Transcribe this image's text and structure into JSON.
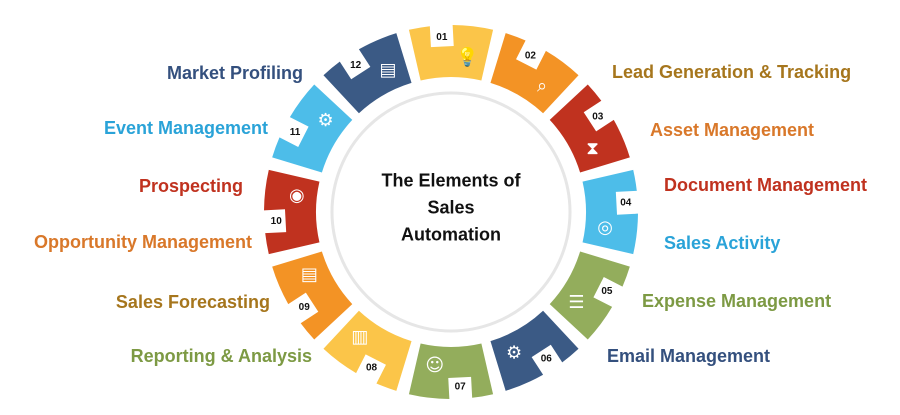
{
  "title": {
    "line1": "The Elements of",
    "line2": "Sales",
    "line3": "Automation"
  },
  "segments": [
    {
      "number": "01",
      "color": "#fbc549",
      "icon": "lightbulb-icon"
    },
    {
      "number": "02",
      "color": "#f39325",
      "icon": "magnifier-pulse-icon"
    },
    {
      "number": "03",
      "color": "#c0321f",
      "icon": "hourglass-icon"
    },
    {
      "number": "04",
      "color": "#4dbde9",
      "icon": "target-icon"
    },
    {
      "number": "05",
      "color": "#93ad5c",
      "icon": "database-icon"
    },
    {
      "number": "06",
      "color": "#3b5a85",
      "icon": "gears-icon"
    },
    {
      "number": "07",
      "color": "#93ad5c",
      "icon": "head-idea-icon"
    },
    {
      "number": "08",
      "color": "#fbc549",
      "icon": "bar-chart-icon"
    },
    {
      "number": "09",
      "color": "#f39325",
      "icon": "growth-chart-icon"
    },
    {
      "number": "10",
      "color": "#c0321f",
      "icon": "eye-icon"
    },
    {
      "number": "11",
      "color": "#4dbde9",
      "icon": "gears-icon"
    },
    {
      "number": "12",
      "color": "#3b5a85",
      "icon": "growth-chart-icon"
    }
  ],
  "labels": {
    "lead_generation": {
      "text": "Lead Generation & Tracking",
      "color": "#a6761d"
    },
    "asset_management": {
      "text": "Asset Management",
      "color": "#d9782a"
    },
    "document_management": {
      "text": "Document Management",
      "color": "#c0321f"
    },
    "sales_activity": {
      "text": "Sales Activity",
      "color": "#2aa3d8"
    },
    "expense_management": {
      "text": "Expense Management",
      "color": "#7d9a44"
    },
    "email_management": {
      "text": "Email Management",
      "color": "#34507e"
    },
    "market_profiling": {
      "text": "Market Profiling",
      "color": "#34507e"
    },
    "event_management": {
      "text": "Event Management",
      "color": "#2aa3d8"
    },
    "prospecting": {
      "text": "Prospecting",
      "color": "#c0321f"
    },
    "opportunity_management": {
      "text": "Opportunity Management",
      "color": "#d9782a"
    },
    "sales_forecasting": {
      "text": "Sales Forecasting",
      "color": "#a6761d"
    },
    "reporting_analysis": {
      "text": "Reporting & Analysis",
      "color": "#7d9a44"
    }
  }
}
